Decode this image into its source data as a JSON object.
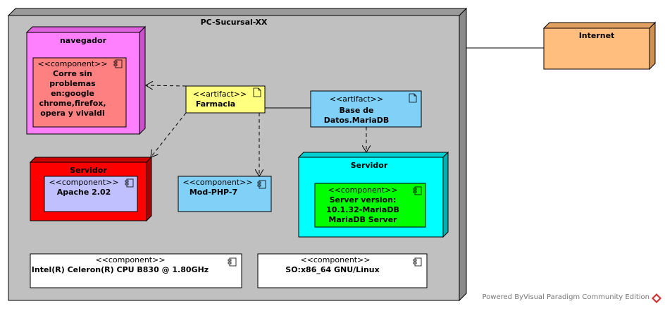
{
  "diagram": {
    "pc_node": {
      "title": "PC-Sucursal-XX"
    },
    "internet_node": {
      "title": "Internet"
    },
    "navegador": {
      "title": "navegador",
      "component": {
        "stereotype": "<<component>>",
        "lines": [
          "Corre sin",
          "problemas",
          "en:google",
          "chrome,firefox,",
          "opera y vivaldi"
        ]
      }
    },
    "servidor_apache": {
      "title": "Servidor",
      "component": {
        "stereotype": "<<component>>",
        "name": "Apache 2.02"
      }
    },
    "mod_php": {
      "stereotype": "<<component>>",
      "name": "Mod-PHP-7"
    },
    "farmacia": {
      "stereotype": "<<artifact>>",
      "name": "Farmacia"
    },
    "base_datos": {
      "stereotype": "<<artifact>>",
      "lines": [
        "Base de",
        "Datos.MariaDB"
      ]
    },
    "servidor_db": {
      "title": "Servidor",
      "component": {
        "stereotype": "<<component>>",
        "lines": [
          "Server version:",
          "10.1.32-MariaDB",
          "MariaDB Server"
        ]
      }
    },
    "cpu": {
      "stereotype": "<<component>>",
      "name": "Intel(R) Celeron(R) CPU B830 @ 1.80GHz"
    },
    "os": {
      "stereotype": "<<component>>",
      "name": "SO:x86_64 GNU/Linux"
    }
  },
  "colors": {
    "pc_node": "#c0c0c0",
    "internet_node": "#ffbe7d",
    "navegador_node": "#ff80ff",
    "navegador_component": "#ff8080",
    "servidor_apache_node": "#ff0000",
    "apache_component": "#c0c0ff",
    "mod_php": "#80d0f8",
    "farmacia": "#ffff80",
    "base_datos": "#80d0f8",
    "servidor_db_node": "#00ffff",
    "db_component": "#00ff00",
    "plain_component": "#ffffff"
  },
  "footer": {
    "watermark": "Powered ByVisual Paradigm Community Edition"
  }
}
